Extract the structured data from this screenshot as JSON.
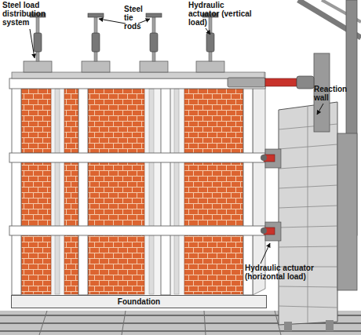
{
  "diagram": {
    "nodes": [
      {
        "text": [
          "Foundation"
        ]
      }
    ],
    "labels": [
      "Steel load distribution system",
      "Steel tie rods",
      "Hydraulic actuator (vertical load)",
      "Reaction wall",
      "Hydraulic actuator (horizontal load)"
    ]
  }
}
